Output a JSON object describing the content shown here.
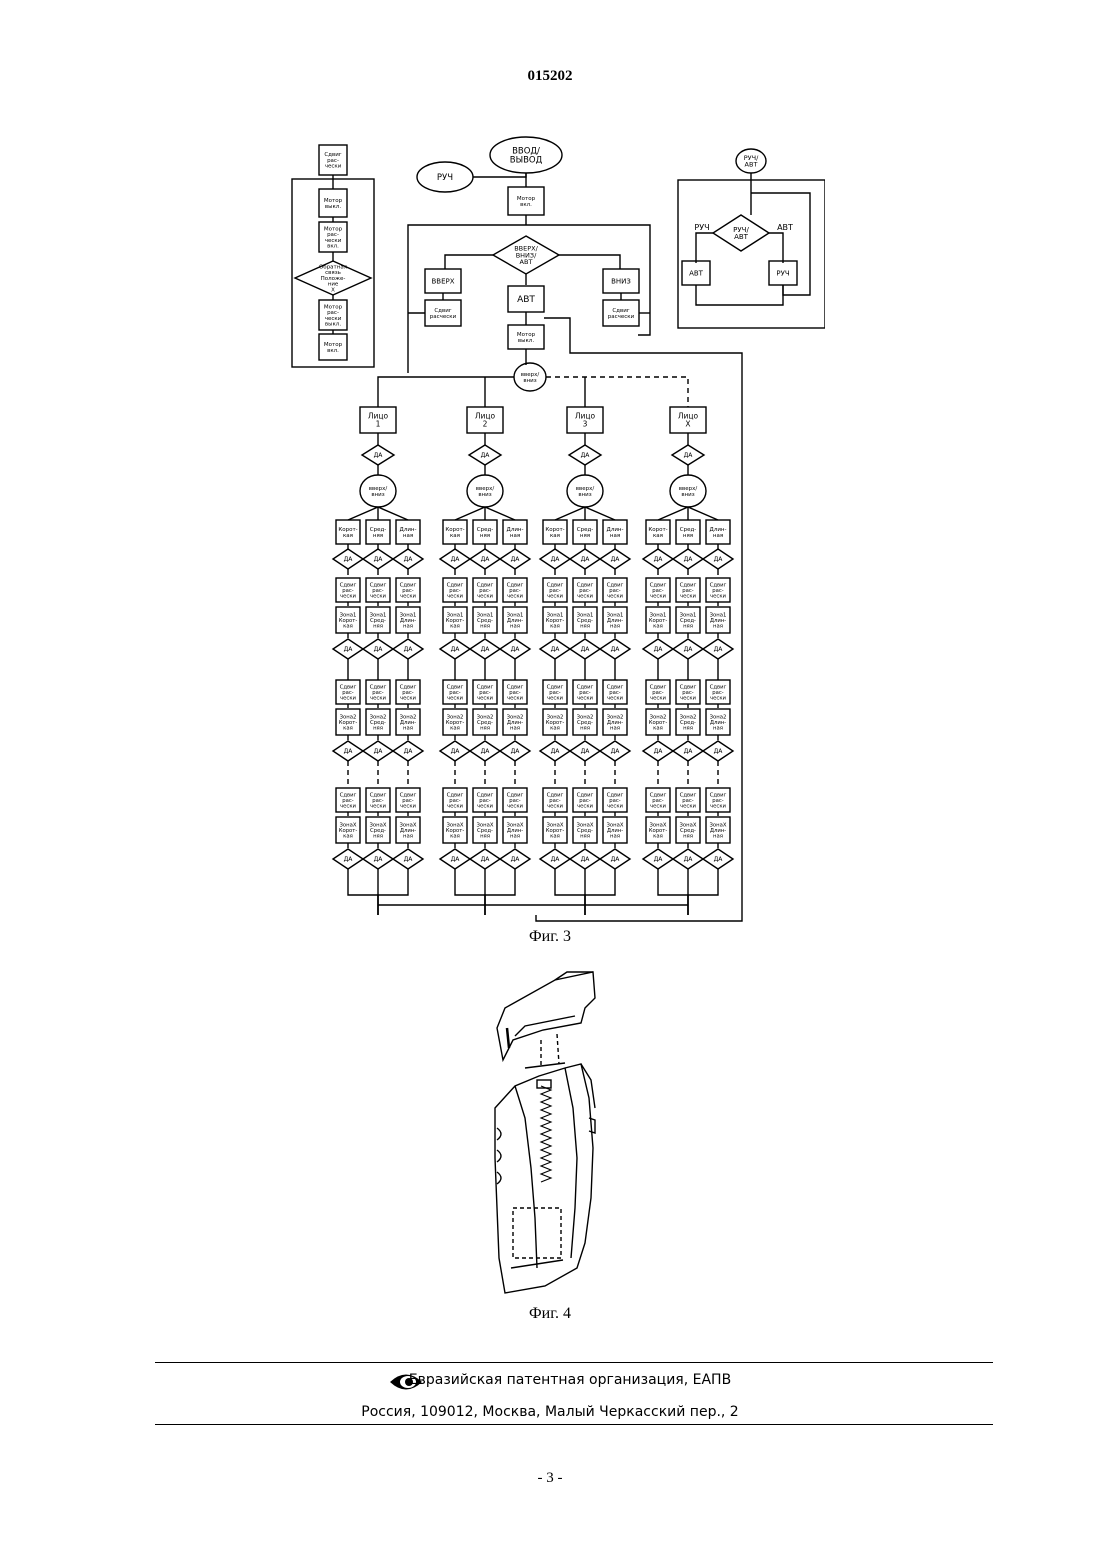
{
  "header": {
    "doc_number": "015202"
  },
  "figure3": {
    "caption": "Фиг. 3",
    "left_column": {
      "items": [
        "Сдвиг рас- чески",
        "Мотор выкл.",
        "Мотор рас- чески вкл.",
        "Обратная связь Положе- ние X",
        "Мотор рас- чески выкл.",
        "Мотор вкл."
      ]
    },
    "top": {
      "input_output": "ВВОД/ ВЫВОД",
      "manual": "РУЧ",
      "motor_on": "Мотор вкл.",
      "mode_decision": "ВВЕРХ/ ВНИЗ/ АВТ",
      "up": "ВВЕРХ",
      "down": "ВНИЗ",
      "auto": "АВТ",
      "comb_shift": "Сдвиг расчески",
      "motor_off": "Мотор выкл.",
      "updown_circle": "вверх/ вниз"
    },
    "right_box": {
      "top_circle": "РУЧ/ АВТ",
      "decision": "РУЧ/ АВТ",
      "left_label": "РУЧ",
      "right_label": "АВТ",
      "left_box": "АВТ",
      "right_box": "РУЧ"
    },
    "faces": [
      "Лицо 1",
      "Лицо 2",
      "Лицо 3",
      "Лицо X"
    ],
    "yes": "ДА",
    "updown_small": "вверх/ вниз",
    "lengths": [
      "Корот- кая",
      "Сред- няя",
      "Длин- ная"
    ],
    "shift": "Сдвиг рас- чески",
    "zone1": [
      "Зона1 Корот- кая",
      "Зона1 Сред- няя",
      "Зона1 Длин- ная"
    ],
    "zone2": [
      "Зона2 Корот- кая",
      "Зона2 Сред- няя",
      "Зона2 Длин- ная"
    ],
    "zoneX": [
      "ЗонаX Корот- кая",
      "ЗонаX Сред- няя",
      "ЗонаX Длин- ная"
    ]
  },
  "figure4": {
    "caption": "Фиг. 4"
  },
  "footer": {
    "organization": "Евразийская патентная организация, ЕАПВ",
    "address": "Россия, 109012, Москва, Малый Черкасский пер., 2"
  },
  "page_number": "- 3 -"
}
